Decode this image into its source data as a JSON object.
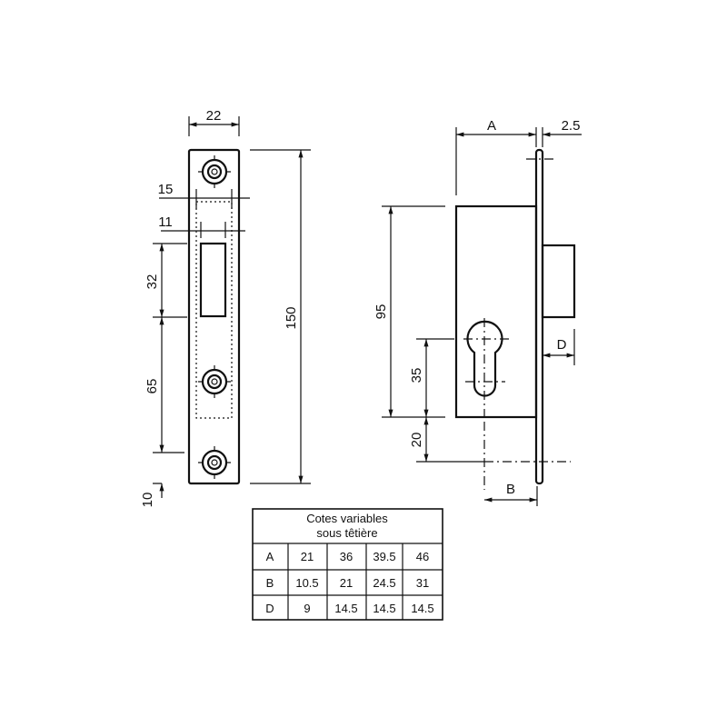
{
  "strike_plate": {
    "dim_width": "22",
    "dim_15": "15",
    "dim_11": "11",
    "dim_32": "32",
    "dim_65": "65",
    "dim_10": "10",
    "dim_150": "150"
  },
  "lock_body": {
    "dim_A": "A",
    "dim_2_5": "2.5",
    "dim_95": "95",
    "dim_35": "35",
    "dim_20": "20",
    "dim_D": "D",
    "dim_B": "B"
  },
  "table": {
    "title_line1": "Cotes variables",
    "title_line2": "sous têtière",
    "rows": [
      {
        "label": "A",
        "values": [
          "21",
          "36",
          "39.5",
          "46"
        ]
      },
      {
        "label": "B",
        "values": [
          "10.5",
          "21",
          "24.5",
          "31"
        ]
      },
      {
        "label": "D",
        "values": [
          "9",
          "14.5",
          "14.5",
          "14.5"
        ]
      }
    ]
  }
}
